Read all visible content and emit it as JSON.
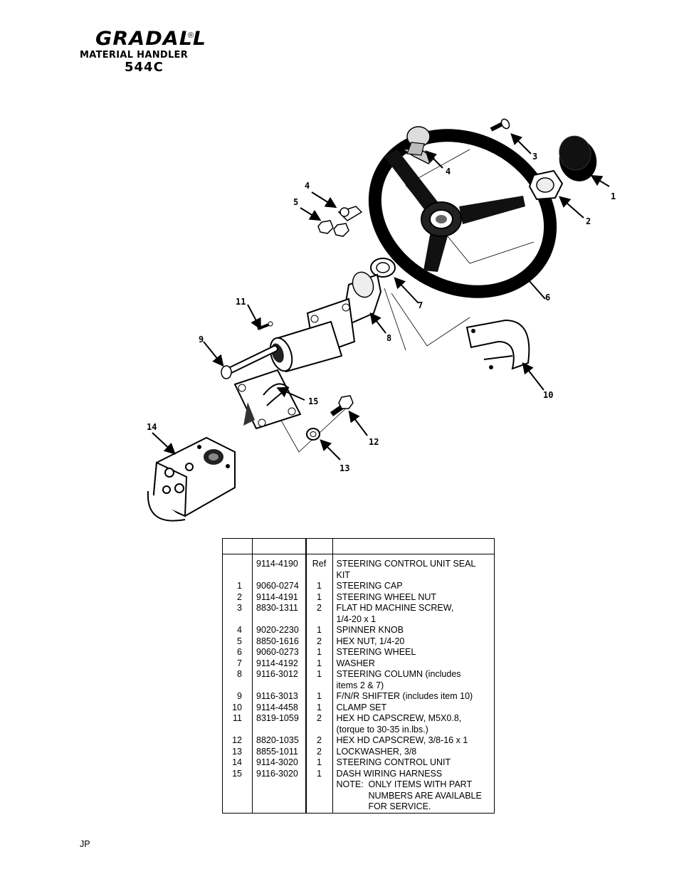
{
  "brand": {
    "name": "GRADALL",
    "registered": "®",
    "subtitle": "MATERIAL HANDLER",
    "model": "544C"
  },
  "diagram": {
    "callouts": [
      "1",
      "2",
      "3",
      "4",
      "4",
      "5",
      "6",
      "7",
      "8",
      "9",
      "10",
      "11",
      "12",
      "13",
      "14",
      "15"
    ]
  },
  "parts_table": {
    "header": [
      "",
      "",
      "",
      ""
    ],
    "rows": [
      {
        "item": "",
        "part": "9114-4190",
        "qty": "Ref",
        "desc": [
          "STEERING CONTROL UNIT SEAL",
          "KIT"
        ]
      },
      {
        "item": "1",
        "part": "9060-0274",
        "qty": "1",
        "desc": [
          "STEERING CAP"
        ]
      },
      {
        "item": "2",
        "part": "9114-4191",
        "qty": "1",
        "desc": [
          "STEERING WHEEL NUT"
        ]
      },
      {
        "item": "3",
        "part": "8830-1311",
        "qty": "2",
        "desc": [
          "FLAT HD MACHINE SCREW,",
          "1/4-20 x 1"
        ]
      },
      {
        "item": "4",
        "part": "9020-2230",
        "qty": "1",
        "desc": [
          "SPINNER KNOB"
        ]
      },
      {
        "item": "5",
        "part": "8850-1616",
        "qty": "2",
        "desc": [
          "HEX NUT, 1/4-20"
        ]
      },
      {
        "item": "6",
        "part": "9060-0273",
        "qty": "1",
        "desc": [
          "STEERING WHEEL"
        ]
      },
      {
        "item": "7",
        "part": "9114-4192",
        "qty": "1",
        "desc": [
          "WASHER"
        ]
      },
      {
        "item": "8",
        "part": "9116-3012",
        "qty": "1",
        "desc": [
          "STEERING COLUMN (includes",
          "items 2 & 7)"
        ]
      },
      {
        "item": "9",
        "part": "9116-3013",
        "qty": "1",
        "desc": [
          "F/N/R SHIFTER (includes item 10)"
        ]
      },
      {
        "item": "10",
        "part": "9114-4458",
        "qty": "1",
        "desc": [
          "CLAMP SET"
        ]
      },
      {
        "item": "11",
        "part": "8319-1059",
        "qty": "2",
        "desc": [
          "HEX HD CAPSCREW, M5X0.8,",
          "(torque to 30-35 in.lbs.)"
        ]
      },
      {
        "item": "12",
        "part": "8820-1035",
        "qty": "2",
        "desc": [
          "HEX HD CAPSCREW, 3/8-16 x 1"
        ]
      },
      {
        "item": "13",
        "part": "8855-1011",
        "qty": "2",
        "desc": [
          "LOCKWASHER, 3/8"
        ]
      },
      {
        "item": "14",
        "part": "9114-3020",
        "qty": "1",
        "desc": [
          "STEERING CONTROL UNIT"
        ]
      },
      {
        "item": "15",
        "part": "9116-3020",
        "qty": "1",
        "desc": [
          "DASH WIRING HARNESS"
        ]
      }
    ],
    "note": {
      "label": "NOTE:",
      "lines": [
        "ONLY ITEMS WITH PART",
        "NUMBERS ARE AVAILABLE",
        "FOR SERVICE."
      ]
    }
  },
  "footer": {
    "code": "JP"
  }
}
